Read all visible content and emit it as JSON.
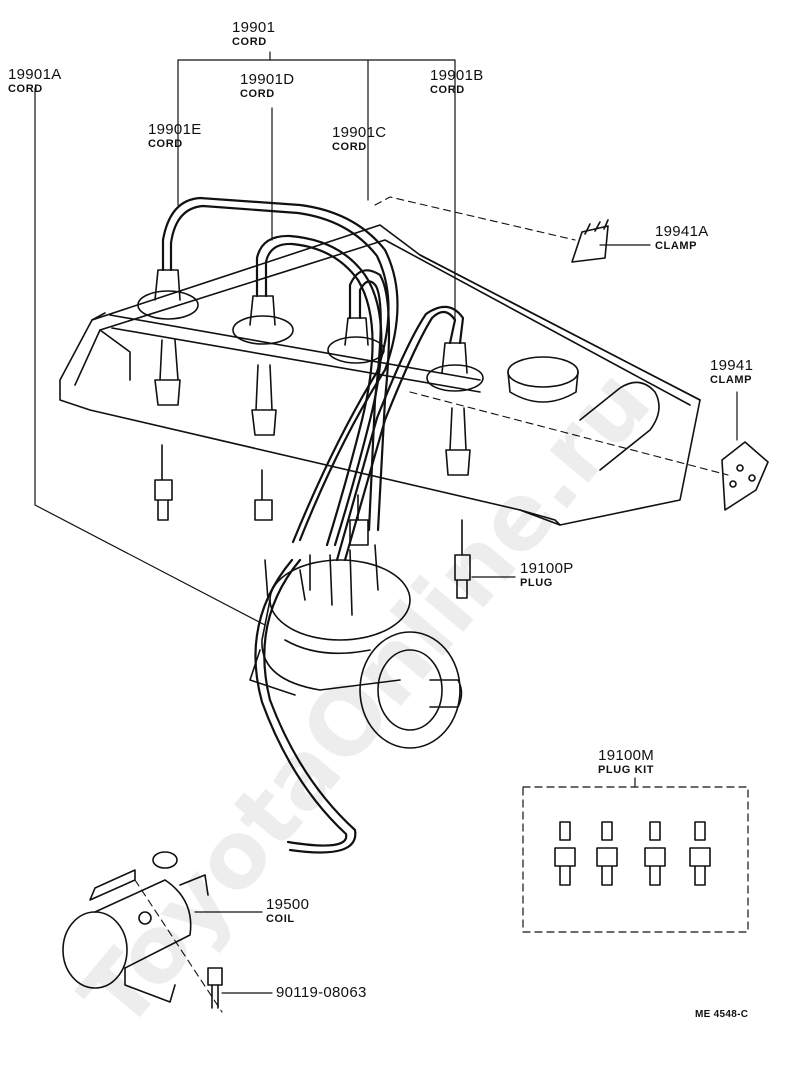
{
  "parts": [
    {
      "id": "cord_main",
      "number": "19901",
      "name": "CORD"
    },
    {
      "id": "cord_a",
      "number": "19901A",
      "name": "CORD"
    },
    {
      "id": "cord_d",
      "number": "19901D",
      "name": "CORD"
    },
    {
      "id": "cord_b",
      "number": "19901B",
      "name": "CORD"
    },
    {
      "id": "cord_e",
      "number": "19901E",
      "name": "CORD"
    },
    {
      "id": "cord_c",
      "number": "19901C",
      "name": "CORD"
    },
    {
      "id": "clamp_a",
      "number": "19941A",
      "name": "CLAMP"
    },
    {
      "id": "clamp",
      "number": "19941",
      "name": "CLAMP"
    },
    {
      "id": "plug",
      "number": "19100P",
      "name": "PLUG"
    },
    {
      "id": "plug_kit",
      "number": "19100M",
      "name": "PLUG KIT"
    },
    {
      "id": "coil",
      "number": "19500",
      "name": "COIL"
    },
    {
      "id": "bolt",
      "number": "90119-08063",
      "name": ""
    }
  ],
  "reference": "ME 4548-C",
  "watermark": "ToyotaOnline.ru"
}
